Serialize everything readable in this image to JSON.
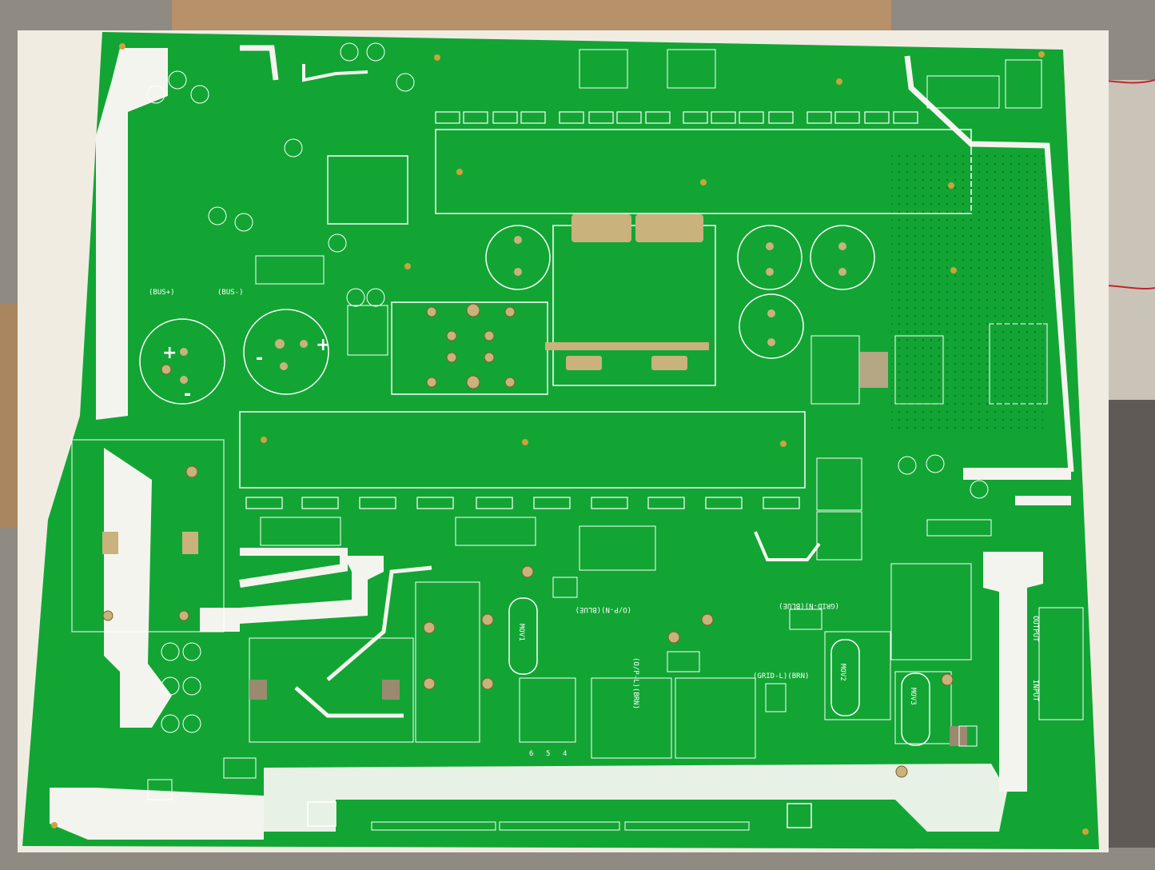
{
  "photo": {
    "subject": "Unpopulated green printed circuit board on cardboard",
    "colors": {
      "board_green": "#12a534",
      "trace_green": "#1fb845",
      "silkscreen": "#f4f4ef",
      "pad_tan": "#c9b27c",
      "hole_dark": "#7a5d2a",
      "floor": "#8f8a82",
      "cardboard": "#b7916a"
    }
  },
  "silkscreen_labels": {
    "bus_plus": "(BUS+)",
    "bus_minus": "(BUS-)",
    "cap_left_plus": "+",
    "cap_left_minus": "-",
    "cap_right_minus": "-",
    "cap_right_plus": "+",
    "mov1": "MOV1",
    "mov2": "MOV2",
    "mov3": "MOV3",
    "op_n_blue": "(O/P-N)(BLUE)",
    "op_l_brn": "(O/P-L)(BRN)",
    "grid_n_blue": "(GRID-N)(BLUE)",
    "grid_l_brn": "(GRID-L)(BRN)",
    "output": "OUTPUT",
    "input": "INPUT",
    "pin_6": "6",
    "pin_5": "5",
    "pin_4": "4"
  }
}
